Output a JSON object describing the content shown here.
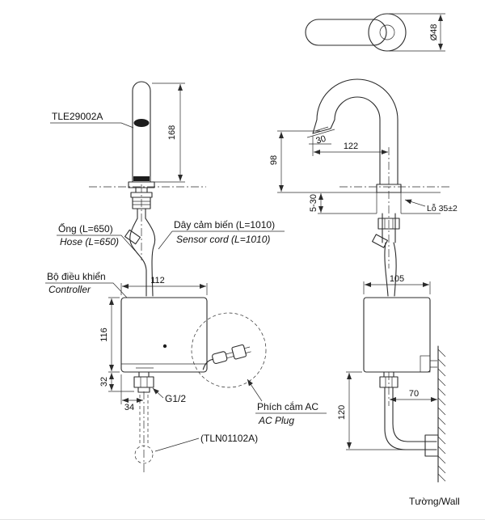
{
  "drawing": {
    "model_label": "TLE29002A",
    "valve_label": "(TLN01102A)",
    "thread_label": "G1/2",
    "hole_label": "Lỗ 35±2",
    "wall_label": "Tường/Wall",
    "hose_label_vi": "Ống (L=650)",
    "hose_label_en": "Hose (L=650)",
    "sensor_label_vi": "Dây cảm biến (L=1010)",
    "sensor_label_en": "Sensor cord (L=1010)",
    "controller_label_vi": "Bộ điều khiển",
    "controller_label_en": "Controller",
    "plug_label_vi": "Phích cắm AC",
    "plug_label_en": "AC Plug"
  },
  "dimensions": {
    "spout_height": "168",
    "top_diameter": "Ø48",
    "spout_reach": "122",
    "outlet_height": "98",
    "outlet_angle": "30",
    "deck_thickness": "5-30",
    "controller_width": "112",
    "controller_height": "116",
    "outlet_drop": "32",
    "outlet_offset": "34",
    "controller_depth": "105",
    "wall_offset": "70",
    "supply_drop": "120"
  }
}
